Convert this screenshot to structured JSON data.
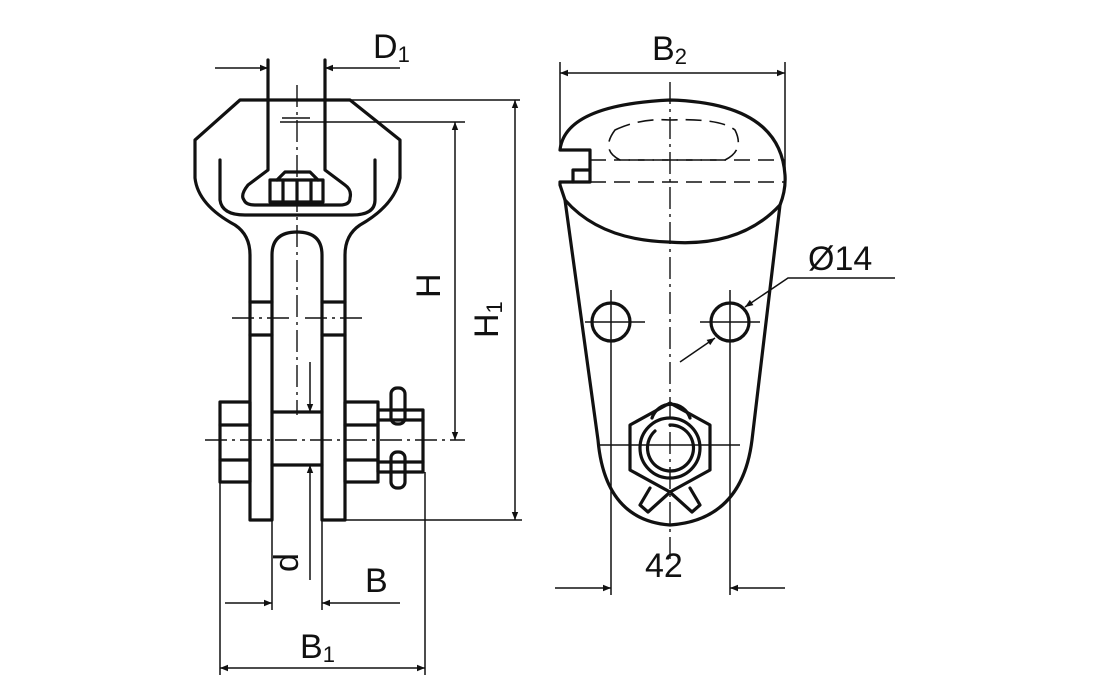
{
  "drawing": {
    "side_view": {
      "labels": {
        "D1": {
          "main": "D",
          "sub": "1"
        },
        "H": {
          "main": "H"
        },
        "H1": {
          "main": "H",
          "sub": "1"
        },
        "d": {
          "main": "d"
        },
        "B": {
          "main": "B"
        },
        "B1": {
          "main": "B",
          "sub": "1"
        }
      }
    },
    "front_view": {
      "labels": {
        "B2": {
          "main": "B",
          "sub": "2"
        },
        "hole_diameter": "Ø14",
        "hole_spacing": "42"
      }
    }
  }
}
